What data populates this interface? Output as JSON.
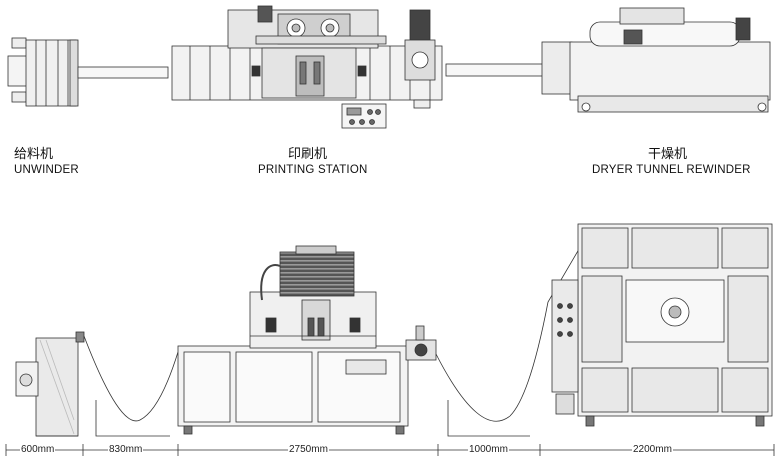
{
  "top_row": {
    "unwinder": {
      "cn": "给料机",
      "en": "UNWINDER"
    },
    "printing_station": {
      "cn": "印刷机",
      "en": "PRINTING STATION"
    },
    "dryer_rewinder": {
      "cn": "干燥机",
      "en": "DRYER TUNNEL REWINDER"
    }
  },
  "dimensions": [
    "600mm",
    "830mm",
    "2750mm",
    "1000mm",
    "2200mm"
  ],
  "colors": {
    "line": "#333333",
    "fill_light": "#eeeeee",
    "fill_mid": "#cfcfcf",
    "fill_dark": "#4a4a4a"
  }
}
